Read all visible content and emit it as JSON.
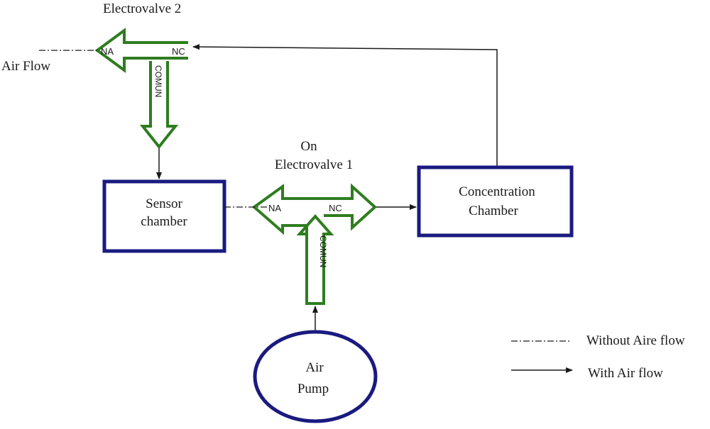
{
  "colors": {
    "valve_green": "#2e7d1f",
    "box_blue": "#1a1a80",
    "line": "#1a1a1a"
  },
  "electrovalve2": {
    "title": "Electrovalve 2",
    "na": "NA",
    "nc": "NC",
    "common": "COMUN"
  },
  "electrovalve1": {
    "state": "On",
    "title": "Electrovalve 1",
    "na": "NA",
    "nc": "NC",
    "common": "COMUN"
  },
  "air_flow_label": "Air Flow",
  "sensor_chamber": {
    "line1": "Sensor",
    "line2": "chamber"
  },
  "concentration_chamber": {
    "line1": "Concentration",
    "line2": "Chamber"
  },
  "air_pump": {
    "line1": "Air",
    "line2": "Pump"
  },
  "legend": {
    "without_flow": "Without Aire flow",
    "with_flow": "With Air flow"
  }
}
